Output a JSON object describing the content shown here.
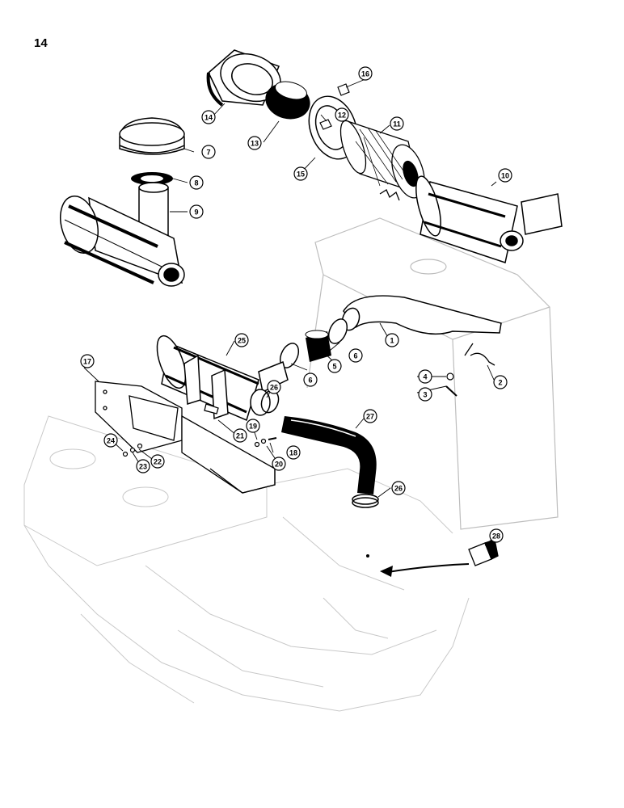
{
  "page": {
    "number": "14"
  },
  "callouts": [
    {
      "id": "c1",
      "label": "1"
    },
    {
      "id": "c2",
      "label": "2"
    },
    {
      "id": "c3",
      "label": "3"
    },
    {
      "id": "c4",
      "label": "4"
    },
    {
      "id": "c5",
      "label": "5"
    },
    {
      "id": "c6a",
      "label": "6"
    },
    {
      "id": "c6b",
      "label": "6"
    },
    {
      "id": "c7",
      "label": "7"
    },
    {
      "id": "c8",
      "label": "8"
    },
    {
      "id": "c9",
      "label": "9"
    },
    {
      "id": "c10",
      "label": "10"
    },
    {
      "id": "c11",
      "label": "11"
    },
    {
      "id": "c12",
      "label": "12"
    },
    {
      "id": "c13",
      "label": "13"
    },
    {
      "id": "c14",
      "label": "14"
    },
    {
      "id": "c15",
      "label": "15"
    },
    {
      "id": "c16",
      "label": "16"
    },
    {
      "id": "c17",
      "label": "17"
    },
    {
      "id": "c18",
      "label": "18"
    },
    {
      "id": "c19",
      "label": "19"
    },
    {
      "id": "c20",
      "label": "20"
    },
    {
      "id": "c21",
      "label": "21"
    },
    {
      "id": "c22",
      "label": "22"
    },
    {
      "id": "c23",
      "label": "23"
    },
    {
      "id": "c24",
      "label": "24"
    },
    {
      "id": "c25",
      "label": "25"
    },
    {
      "id": "c26a",
      "label": "26"
    },
    {
      "id": "c26b",
      "label": "26"
    },
    {
      "id": "c27",
      "label": "27"
    },
    {
      "id": "c28",
      "label": "28"
    }
  ]
}
